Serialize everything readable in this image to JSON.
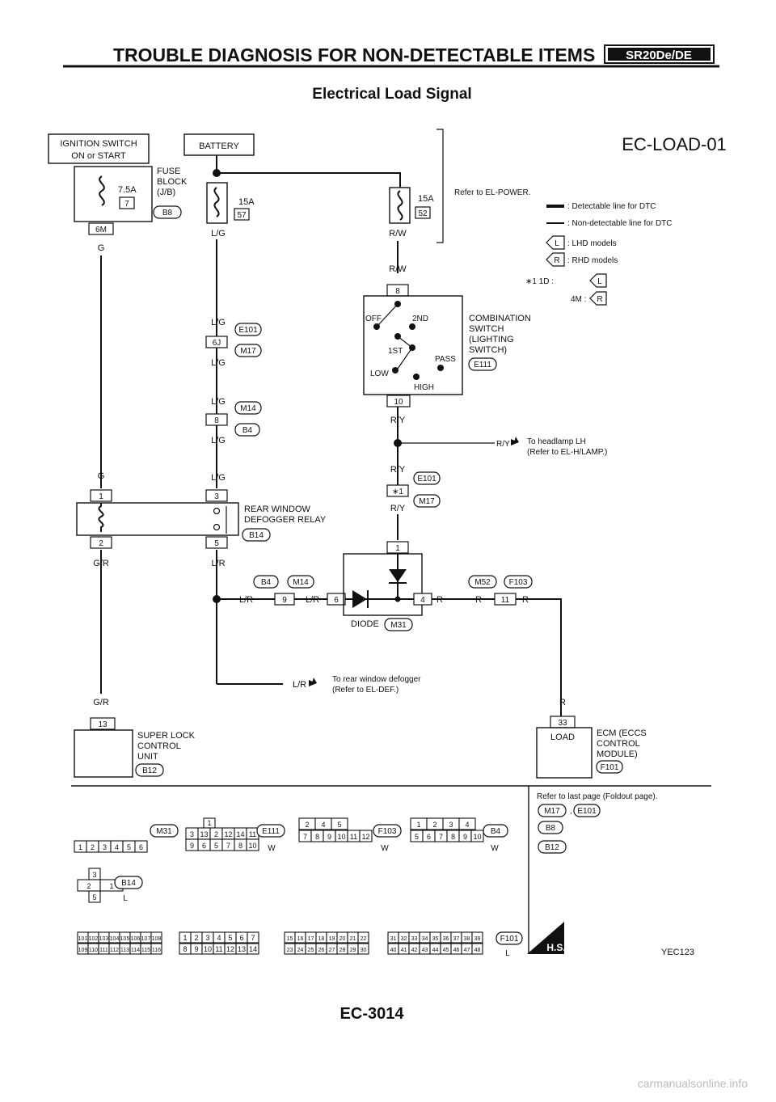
{
  "header": {
    "title": "TROUBLE DIAGNOSIS FOR NON-DETECTABLE ITEMS",
    "engine_badge": "SR20De/DE"
  },
  "subtitle": "Electrical Load Signal",
  "diagram_id": "EC-LOAD-01",
  "legend": {
    "refer_power": "Refer to EL-POWER.",
    "detectable": ": Detectable line for DTC",
    "non_detectable": ": Non-detectable line for DTC",
    "lhd_code": "L",
    "lhd": ": LHD models",
    "rhd_code": "R",
    "rhd": ": RHD models",
    "star_note_1": "∗1  1D :",
    "star_note_2": "4M :"
  },
  "components": {
    "ignition_switch_1": "IGNITION SWITCH",
    "ignition_switch_2": "ON or START",
    "battery": "BATTERY",
    "fuse_block_1": "FUSE",
    "fuse_block_2": "BLOCK",
    "fuse_block_3": "(J/B)",
    "fuse_75a": "7.5A",
    "fuse_75a_num": "7",
    "fuse_15a_a": "15A",
    "fuse_15a_a_num": "57",
    "fuse_15a_b": "15A",
    "fuse_15a_b_num": "52",
    "conn_6m": "6M",
    "b8": "B8",
    "combination_switch_1": "COMBINATION",
    "combination_switch_2": "SWITCH",
    "combination_switch_3": "(LIGHTING",
    "combination_switch_4": "SWITCH)",
    "e111": "E111",
    "sw_off": "OFF",
    "sw_2nd": "2ND",
    "sw_1st": "1ST",
    "sw_pass": "PASS",
    "sw_low": "LOW",
    "sw_high": "HIGH",
    "relay_1": "REAR WINDOW",
    "relay_2": "DEFOGGER RELAY",
    "b14": "B14",
    "diode": "DIODE",
    "m31": "M31",
    "super_lock_1": "SUPER LOCK",
    "super_lock_2": "CONTROL",
    "super_lock_3": "UNIT",
    "b12": "B12",
    "ecm_1": "ECM (ECCS",
    "ecm_2": "CONTROL",
    "ecm_3": "MODULE)",
    "f101": "F101",
    "load": "LOAD",
    "to_headlamp_1": "To headlamp LH",
    "to_headlamp_2": "(Refer to EL-H/LAMP.)",
    "to_rear_1": "To rear window defogger",
    "to_rear_2": "(Refer to EL-DEF.)"
  },
  "wires": {
    "lg": "L/G",
    "g": "G",
    "gr": "G/R",
    "lr": "L/R",
    "rw": "R/W",
    "ry": "R/Y",
    "r": "R"
  },
  "connectors": {
    "e101": "E101",
    "m17": "M17",
    "m14": "M14",
    "b4": "B4",
    "m52": "M52",
    "f103": "F103",
    "p6j": "6J",
    "p8": "8",
    "p1": "1",
    "p2": "2",
    "p3": "3",
    "p5": "5",
    "p9": "9",
    "p6": "6",
    "p4": "4",
    "p10": "10",
    "p11": "11",
    "p13": "13",
    "p33": "33",
    "pstar1": "∗1"
  },
  "bottom": {
    "refer_last_1": "Refer to last page (Foldout page).",
    "comma": ",",
    "w": "W",
    "l": "L",
    "hs": "H.S.",
    "code": "YEC123"
  },
  "connector_faces": {
    "m31_pins": [
      "1",
      "2",
      "3",
      "4",
      "5",
      "6"
    ],
    "e111_top": [
      "1"
    ],
    "e111_row1": [
      "3",
      "13",
      "2",
      "12",
      "14",
      "11"
    ],
    "e111_row2": [
      "9",
      "6",
      "5",
      "7",
      "8",
      "10"
    ],
    "f103_row1": [
      "2",
      "4",
      "5"
    ],
    "f103_row2": [
      "7",
      "8",
      "9",
      "10",
      "11",
      "12"
    ],
    "b4_row1": [
      "1",
      "2",
      "3",
      "4"
    ],
    "b4_row2": [
      "5",
      "6",
      "7",
      "8",
      "9",
      "10"
    ],
    "b14_top": [
      "3"
    ],
    "b14_mid": [
      "2",
      "1"
    ],
    "b14_bot": [
      "5"
    ],
    "f101_a1": [
      "101",
      "102",
      "103",
      "104",
      "105",
      "106",
      "107",
      "108"
    ],
    "f101_a2": [
      "109",
      "110",
      "111",
      "112",
      "113",
      "114",
      "115",
      "116"
    ],
    "f101_b1": [
      "1",
      "2",
      "3",
      "4",
      "5",
      "6",
      "7"
    ],
    "f101_b2": [
      "8",
      "9",
      "10",
      "11",
      "12",
      "13",
      "14"
    ],
    "f101_c1": [
      "15",
      "16",
      "17",
      "18",
      "19",
      "20",
      "21",
      "22"
    ],
    "f101_c2": [
      "23",
      "24",
      "25",
      "26",
      "27",
      "28",
      "29",
      "30"
    ],
    "f101_d1": [
      "31",
      "32",
      "33",
      "34",
      "35",
      "36",
      "37",
      "38",
      "39"
    ],
    "f101_d2": [
      "40",
      "41",
      "42",
      "43",
      "44",
      "45",
      "46",
      "47",
      "48"
    ]
  },
  "page_number": "EC-3014",
  "watermark": "carmanualsonline.info"
}
